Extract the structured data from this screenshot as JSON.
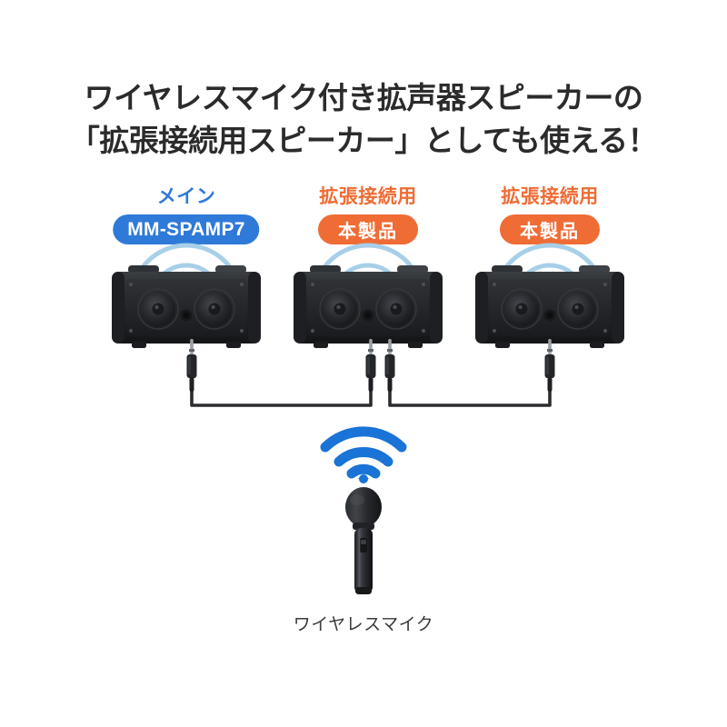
{
  "headline": {
    "line1": "ワイヤレスマイク付き拡声器スピーカーの",
    "line2": "「拡張接続用スピーカー」としても使える！",
    "color": "#2b2b2b"
  },
  "colors": {
    "blue_accent": "#2f7ad8",
    "orange_accent": "#ef6c35",
    "wave_blue": "#a8cfe8",
    "wifi_blue": "#1a73d6",
    "speaker_body": "#262626"
  },
  "units": [
    {
      "role_label": "メイン",
      "role_color": "#2f7ad8",
      "pill_text": "MM-SPAMP7",
      "pill_color": "#2f7ad8",
      "pill_style": "blue",
      "icon": "speaker-icon"
    },
    {
      "role_label": "拡張接続用",
      "role_color": "#ef6c35",
      "pill_text": "本製品",
      "pill_color": "#ef6c35",
      "pill_style": "orange",
      "icon": "speaker-icon"
    },
    {
      "role_label": "拡張接続用",
      "role_color": "#ef6c35",
      "pill_text": "本製品",
      "pill_color": "#ef6c35",
      "pill_style": "orange",
      "icon": "speaker-icon"
    }
  ],
  "wiring": {
    "icon": "audio-cable-icon",
    "plug_icon": "phone-plug-icon",
    "plug_count": 4
  },
  "wireless": {
    "icon": "wifi-icon",
    "mic_icon": "handheld-microphone-icon",
    "mic_label": "ワイヤレスマイク"
  }
}
